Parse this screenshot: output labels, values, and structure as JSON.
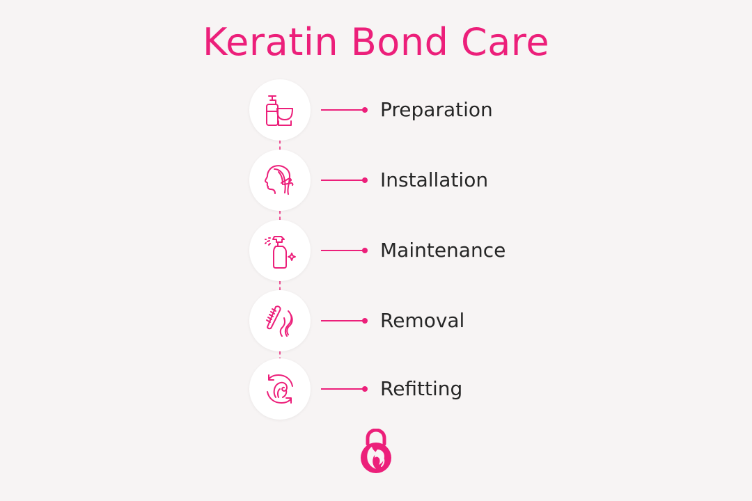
{
  "title": "Keratin Bond Care",
  "accent_color": "#ec1f7a",
  "steps": [
    {
      "label": "Preparation",
      "icon": "bottle-and-bowl-icon"
    },
    {
      "label": "Installation",
      "icon": "hair-installation-icon"
    },
    {
      "label": "Maintenance",
      "icon": "spray-bottle-icon"
    },
    {
      "label": "Removal",
      "icon": "comb-and-hair-icon"
    },
    {
      "label": "Refitting",
      "icon": "refresh-hair-icon"
    }
  ],
  "logo": "lock-with-hair-logo"
}
